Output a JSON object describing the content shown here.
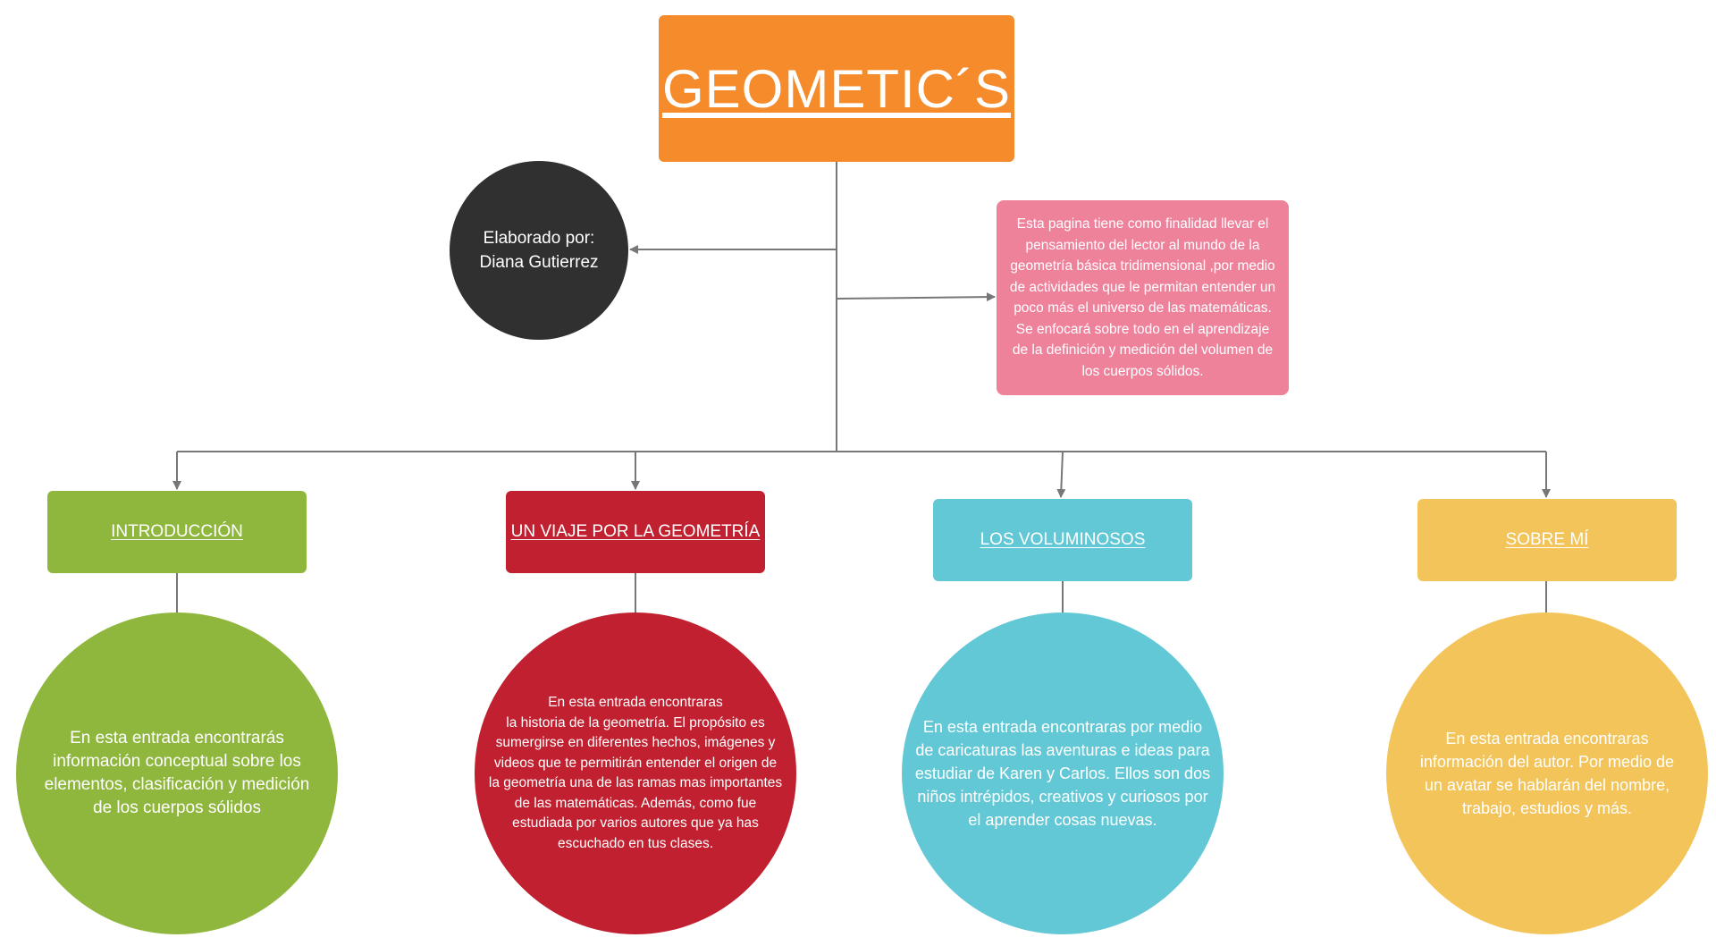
{
  "title": "GEOMETIC´S",
  "author": "Elaborado por:\nDiana Gutierrez",
  "purpose": "Esta pagina tiene como finalidad llevar el pensamiento del lector al mundo de la geometría básica tridimensional ,por medio de actividades que le permitan entender un poco más el universo de las matemáticas. Se  enfocará sobre todo en el aprendizaje de la definición y medición del volumen de los cuerpos sólidos.",
  "categories": [
    {
      "label": "INTRODUCCIÓN",
      "description": "En esta entrada encontrarás información conceptual  sobre los elementos, clasificación y medición de los cuerpos sólidos",
      "color": "#8fb73e"
    },
    {
      "label": "UN VIAJE POR LA GEOMETRÍA",
      "description": "En esta entrada encontraras\nla historia  de la geometría. El propósito es sumergirse en diferentes hechos, imágenes y videos que te permitirán entender el origen de la geometría una de las ramas mas importantes de las matemáticas. Además, como fue estudiada por varios autores que ya has escuchado en tus clases.",
      "color": "#c0202f"
    },
    {
      "label": "LOS VOLUMINOSOS",
      "description": "En esta entrada encontraras por medio de caricaturas las  aventuras e ideas para estudiar de Karen y Carlos. Ellos son  dos niños intrépidos, creativos y curiosos por el aprender cosas nuevas.",
      "color": "#63c8d6"
    },
    {
      "label": "SOBRE MÍ",
      "description": "En esta entrada encontraras información del autor. Por medio de un avatar se hablarán del  nombre,  trabajo, estudios y más.",
      "color": "#f2c45a"
    }
  ],
  "colors": {
    "title": "#f58b2a",
    "author": "#303030",
    "purpose": "#ef829b",
    "connector": "#777777"
  }
}
